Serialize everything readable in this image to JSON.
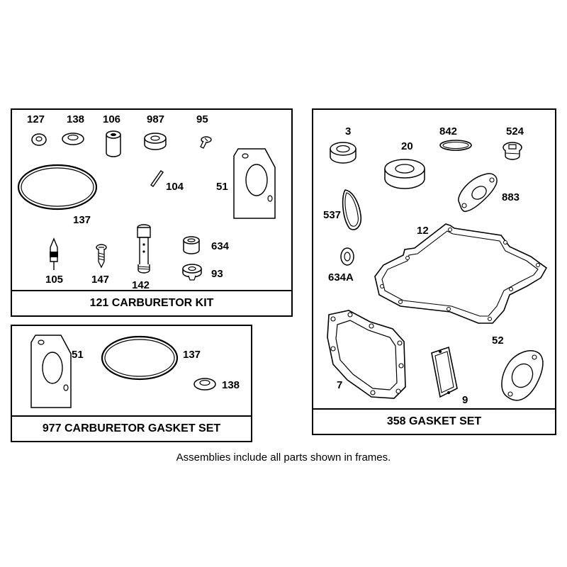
{
  "carburetor_kit": {
    "title": "121 CARBURETOR KIT",
    "labels": {
      "p127": "127",
      "p138": "138",
      "p106": "106",
      "p987": "987",
      "p95": "95",
      "p104": "104",
      "p51": "51",
      "p137": "137",
      "p634": "634",
      "p105": "105",
      "p147": "147",
      "p142": "142",
      "p93": "93"
    }
  },
  "gasket_set_977": {
    "title": "977 CARBURETOR GASKET SET",
    "labels": {
      "p51": "51",
      "p137": "137",
      "p138": "138"
    }
  },
  "gasket_set_358": {
    "title": "358 GASKET SET",
    "labels": {
      "p3": "3",
      "p20": "20",
      "p842": "842",
      "p524": "524",
      "p537": "537",
      "p883": "883",
      "p12": "12",
      "p634a": "634A",
      "p52": "52",
      "p7": "7",
      "p9": "9"
    }
  },
  "footer": {
    "note": "Assemblies include all parts shown in frames."
  }
}
